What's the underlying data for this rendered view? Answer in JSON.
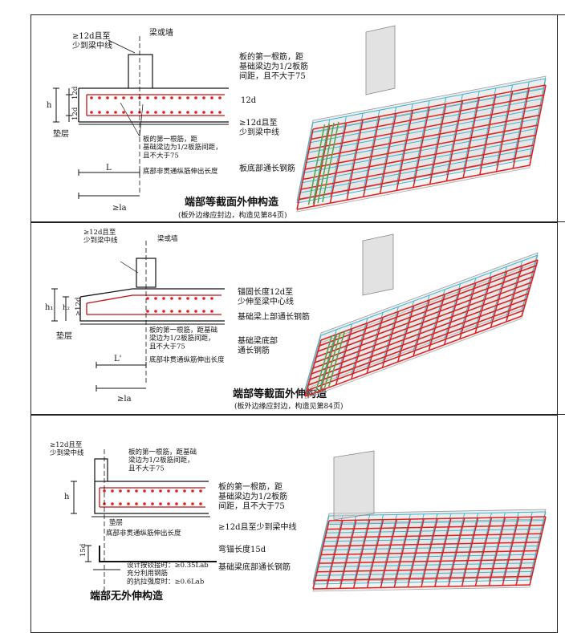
{
  "panels": [
    {
      "left": {
        "top_note": "≥12d且至\n少到梁中线",
        "beam_wall": "梁或墙",
        "h": "h",
        "d12_top": "12d",
        "d12_bot": "12d",
        "cushion": "垫层",
        "rebar_note": "板的第一根筋，距\n基础梁边为1/2板筋间距，\n且不大于75",
        "bottom_note": "底部非贯通纵筋伸出长度",
        "L": "L",
        "la": "≥la",
        "caption": "端部等截面外伸构造",
        "caption_sub": "(板外边缘应封边，构造见第84页)"
      },
      "right": {
        "first_bar": "板的第一根筋，距\n基础梁边为1/2板筋\n间距，且不大于75",
        "d12": "12d",
        "d12_beam": "≥12d且至\n少到梁中线",
        "bottom_bar": "板底部通长钢筋"
      }
    },
    {
      "left": {
        "top_note": "≥12d且至\n少到梁中线",
        "beam_wall": "梁或墙",
        "h1": "h₁",
        "h2": "h₂",
        "d12": "≥12d",
        "cushion": "垫层",
        "rebar_note": "板的第一根筋，距基础\n梁边为1/2板筋间距，\n且不大于75",
        "bottom_note": "底部非贯通纵筋伸出长度",
        "L": "L'",
        "la": "≥la",
        "caption": "端部等截面外伸构造",
        "caption_sub": "(板外边缘应封边，构造见第84页)"
      },
      "right": {
        "anchor": "锚固长度12d至\n少伸至梁中心线",
        "top_bar": "基础梁上部通长钢筋",
        "bottom_bar": "基础梁底部\n通长钢筋"
      }
    },
    {
      "left": {
        "top_note": "≥12d且至\n少到梁中线",
        "rebar_note": "板的第一根筋，距基础\n梁边为1/2板筋间距，\n且不大于75",
        "h": "h",
        "cushion": "垫层",
        "bottom_note": "底部非贯通纵筋伸出长度",
        "d15": "15d",
        "design_note": "设计按铰接时：≥0.35Lab\n充分利用钢筋\n的抗拉强度时：≥0.6Lab",
        "caption": "端部无外伸构造"
      },
      "right": {
        "first_bar": "板的第一根筋，距\n基础梁边为1/2板筋\n间距，且不大于75",
        "d12_beam": "≥12d且至少到梁中线",
        "bend": "弯锚长度15d",
        "bottom_bar": "基础梁底部通长钢筋"
      }
    }
  ],
  "colors": {
    "red_rebar": "#e02020",
    "cyan_rebar": "#3ab7d0",
    "green_rebar": "#4aa84a",
    "concrete": "#d8d8d8"
  }
}
